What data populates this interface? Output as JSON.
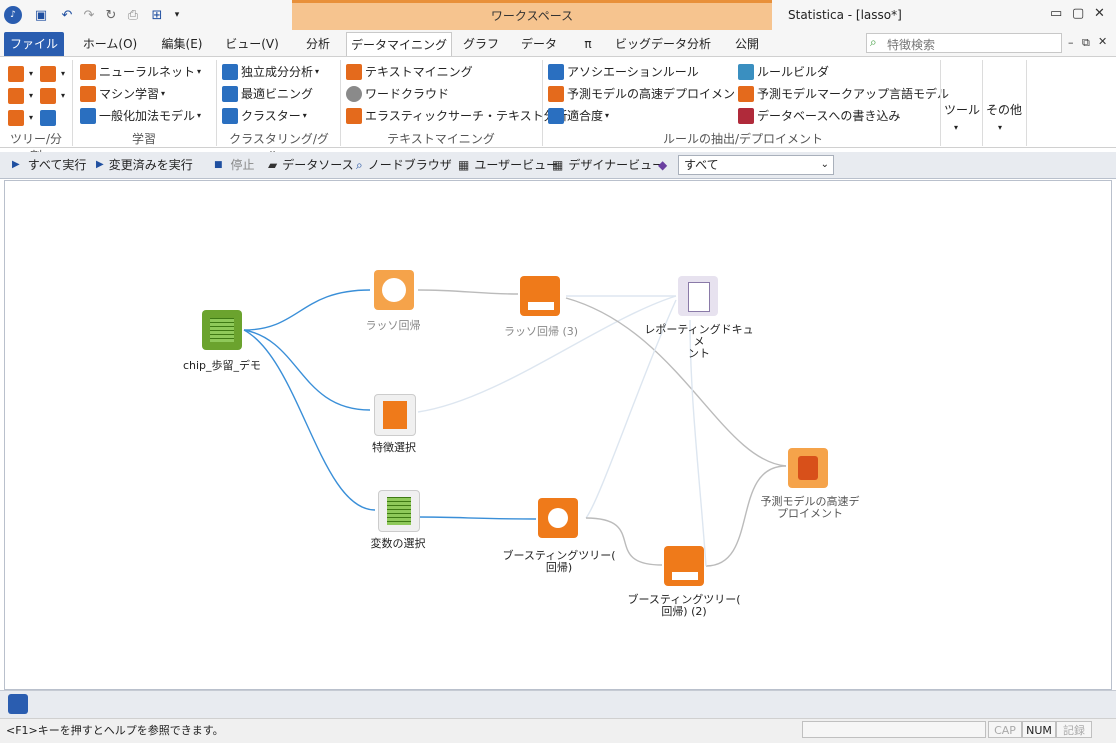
{
  "window": {
    "title": "Statistica - [lasso*]",
    "context_tab": "ワークスペース",
    "accent": "#2a5db0"
  },
  "ribbon_tabs": [
    {
      "label": "ファイル(F)"
    },
    {
      "label": "ホーム(O)"
    },
    {
      "label": "編集(E)"
    },
    {
      "label": "ビュー(V)"
    },
    {
      "label": "分析"
    },
    {
      "label": "データマイニング"
    },
    {
      "label": "グラフ"
    },
    {
      "label": "データ"
    },
    {
      "label": "π"
    },
    {
      "label": "ビッグデータ分析"
    },
    {
      "label": "公開"
    }
  ],
  "search": {
    "placeholder": "特徴検索"
  },
  "ribbon": {
    "groups": {
      "tree": "ツリー/分割",
      "learning": "学習",
      "clustering": "クラスタリング/グル...",
      "textmining": "テキストマイニング",
      "rules": "ルールの抽出/デプロイメント"
    },
    "learning": {
      "nn": "ニューラルネット",
      "ml": "マシン学習",
      "gam": "一般化加法モデル"
    },
    "clustering": {
      "ica": "独立成分分析",
      "binning": "最適ビニング",
      "cluster": "クラスター"
    },
    "text": {
      "tm": "テキストマイニング",
      "wc": "ワードクラウド",
      "es": "エラスティックサーチ・テキスト分析"
    },
    "rules": {
      "assoc": "アソシエーションルール",
      "rapid": "予測モデルの高速デプロイメント",
      "fit": "適合度",
      "rb": "ルールビルダ",
      "pmml": "予測モデルマークアップ言語モデル",
      "db": "データベースへの書き込み"
    },
    "tools": "ツール",
    "other": "その他"
  },
  "toolbar": {
    "run_all": "すべて実行",
    "run_changed": "変更済みを実行",
    "stop": "停止",
    "datasource": "データソース",
    "node_browser": "ノードブラウザ",
    "user_view": "ユーザービュー",
    "designer_view": "デザイナービュー",
    "filter": "すべて"
  },
  "nodes": {
    "data": "chip_歩留_デモ",
    "lasso": "ラッソ回帰",
    "lasso3": "ラッソ回帰 (3)",
    "report": "レポーティングドキュメ\nント",
    "feature": "特徴選択",
    "varsel": "変数の選択",
    "boost": "ブースティングツリー(\n回帰)",
    "boost2": "ブースティングツリー(\n回帰) (2)",
    "rapid": "予測モデルの高速デ\nプロイメント"
  },
  "status": {
    "help": "<F1>キーを押すとヘルプを参照できます。",
    "cap": "CAP",
    "num": "NUM",
    "rec": "記録"
  }
}
